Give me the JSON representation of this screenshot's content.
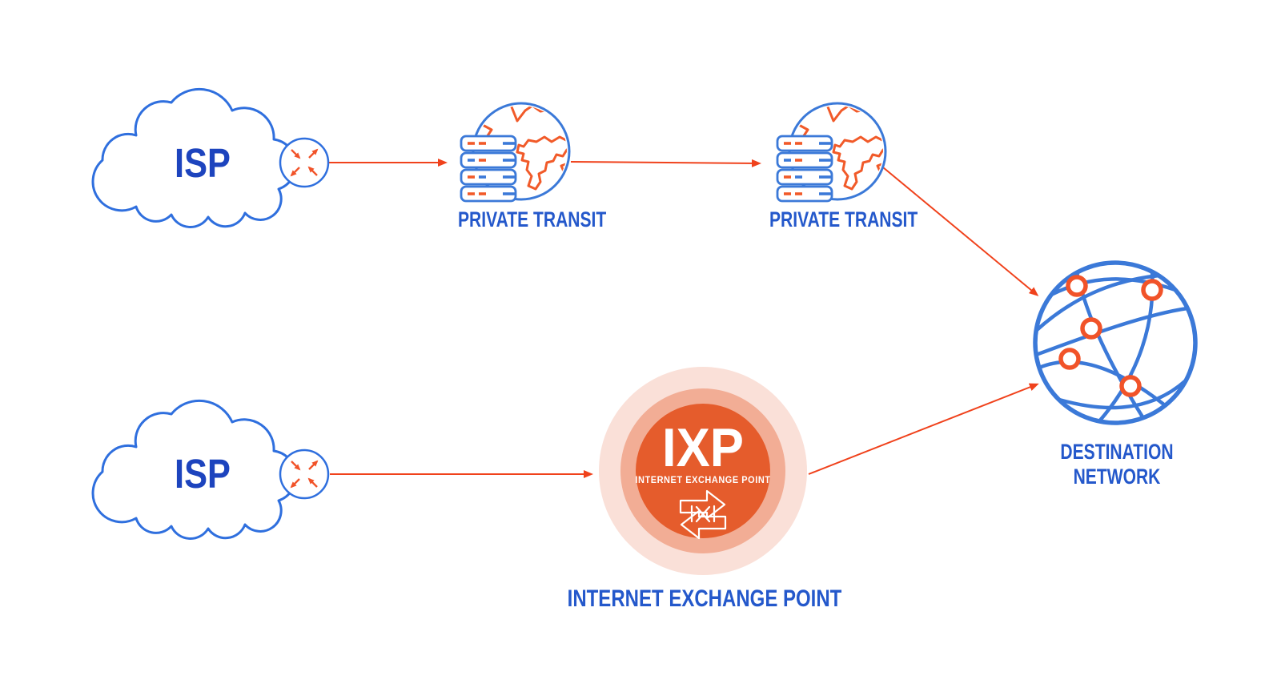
{
  "figure": {
    "background": "#ffffff",
    "colors": {
      "cloud_stroke": "#2F6FDE",
      "isp_text_blue": "#1D44BE",
      "label_blue": "#2458CB",
      "icon_blue": "#3B79D8",
      "continent_orange": "#F15A29",
      "arrow_red": "#F0421C",
      "ixp_core_orange": "#E55C2C",
      "ixp_mid_ring": "#F2AD95",
      "ixp_outer_ring": "#FAE0D8",
      "white": "#ffffff"
    },
    "nodes": {
      "isp_top": {
        "label": "ISP",
        "icon": "cloud-router-icon"
      },
      "isp_bottom": {
        "label": "ISP",
        "icon": "cloud-router-icon"
      },
      "private_transit_1": {
        "label": "PRIVATE TRANSIT",
        "icon": "server-globe-icon"
      },
      "private_transit_2": {
        "label": "PRIVATE TRANSIT",
        "icon": "server-globe-icon"
      },
      "ixp": {
        "acronym": "IXP",
        "subtitle": "INTERNET EXCHANGE POINT",
        "caption": "INTERNET EXCHANGE POINT",
        "icon": "ix-exchange-arrows-icon"
      },
      "destination": {
        "label": "DESTINATION NETWORK",
        "icon": "network-globe-icon"
      }
    },
    "edges": [
      {
        "from": "isp_top",
        "to": "private_transit_1"
      },
      {
        "from": "private_transit_1",
        "to": "private_transit_2"
      },
      {
        "from": "private_transit_2",
        "to": "destination"
      },
      {
        "from": "isp_bottom",
        "to": "ixp"
      },
      {
        "from": "ixp",
        "to": "destination"
      }
    ]
  }
}
